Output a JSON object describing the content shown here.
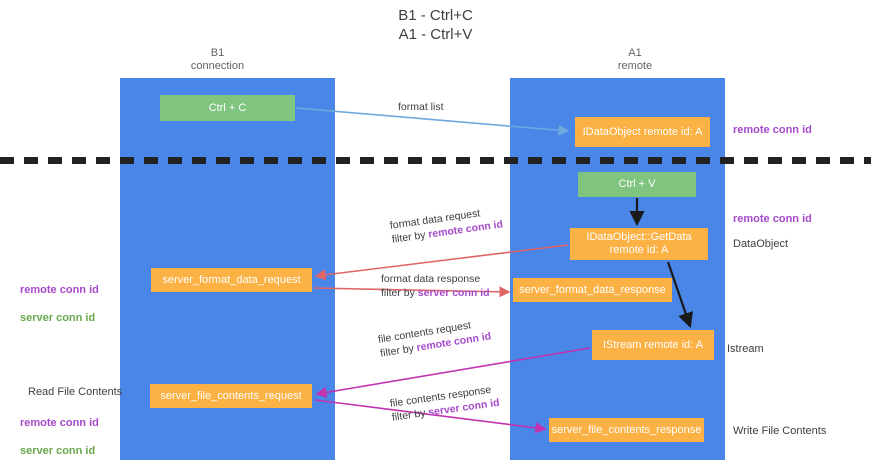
{
  "title": "B1 - Ctrl+C\nA1 - Ctrl+V",
  "columns": {
    "left": "B1\nconnection",
    "right": "A1\nremote"
  },
  "nodes": {
    "ctrl_c": "Ctrl + C",
    "idataobject": "IDataObject\nremote id: A",
    "ctrl_v": "Ctrl + V",
    "getdata": "IDataObject::GetData\nremote id: A",
    "server_format_data_request": "server_format_data_request",
    "server_format_data_response": "server_format_data_response",
    "istream": "IStream\nremote id: A",
    "server_file_contents_request": "server_file_contents_request",
    "server_file_contents_response": "server_file_contents_response"
  },
  "edges": {
    "format_list": "format list",
    "format_data_request": "format data request",
    "format_data_request_filter_prefix": "filter by ",
    "format_data_request_filter_key": "remote conn id",
    "format_data_response": "format data response",
    "format_data_response_filter_prefix": "filter by ",
    "format_data_response_filter_key": "server conn id",
    "file_contents_request": "file contents request",
    "file_contents_request_filter_prefix": "filter by ",
    "file_contents_request_filter_key": "remote conn id",
    "file_contents_response": "file contents response",
    "file_contents_response_filter_prefix": "filter by ",
    "file_contents_response_filter_key": "server conn id"
  },
  "side_labels": {
    "remote_conn_id_top": "remote conn id",
    "remote_conn_id_mid": "remote conn id",
    "dataobject": "DataObject",
    "istream": "Istream",
    "write_file_contents": "Write File Contents",
    "read_file_contents": "Read File Contents",
    "remote_conn_id_left": "remote conn id",
    "server_conn_id_left": "server conn id",
    "remote_conn_id_left2": "remote conn id",
    "server_conn_id_left2": "server conn id"
  },
  "colors": {
    "lane": "#4a86e8",
    "green_node": "#7fc47f",
    "orange_node": "#fbb143",
    "purple_text": "#a64ac9",
    "green_text": "#6aa84f",
    "blue_arrow": "#6fa8dc",
    "red_arrow": "#e06666",
    "magenta_arrow": "#c233b0",
    "black_arrow": "#1a1a1a"
  }
}
